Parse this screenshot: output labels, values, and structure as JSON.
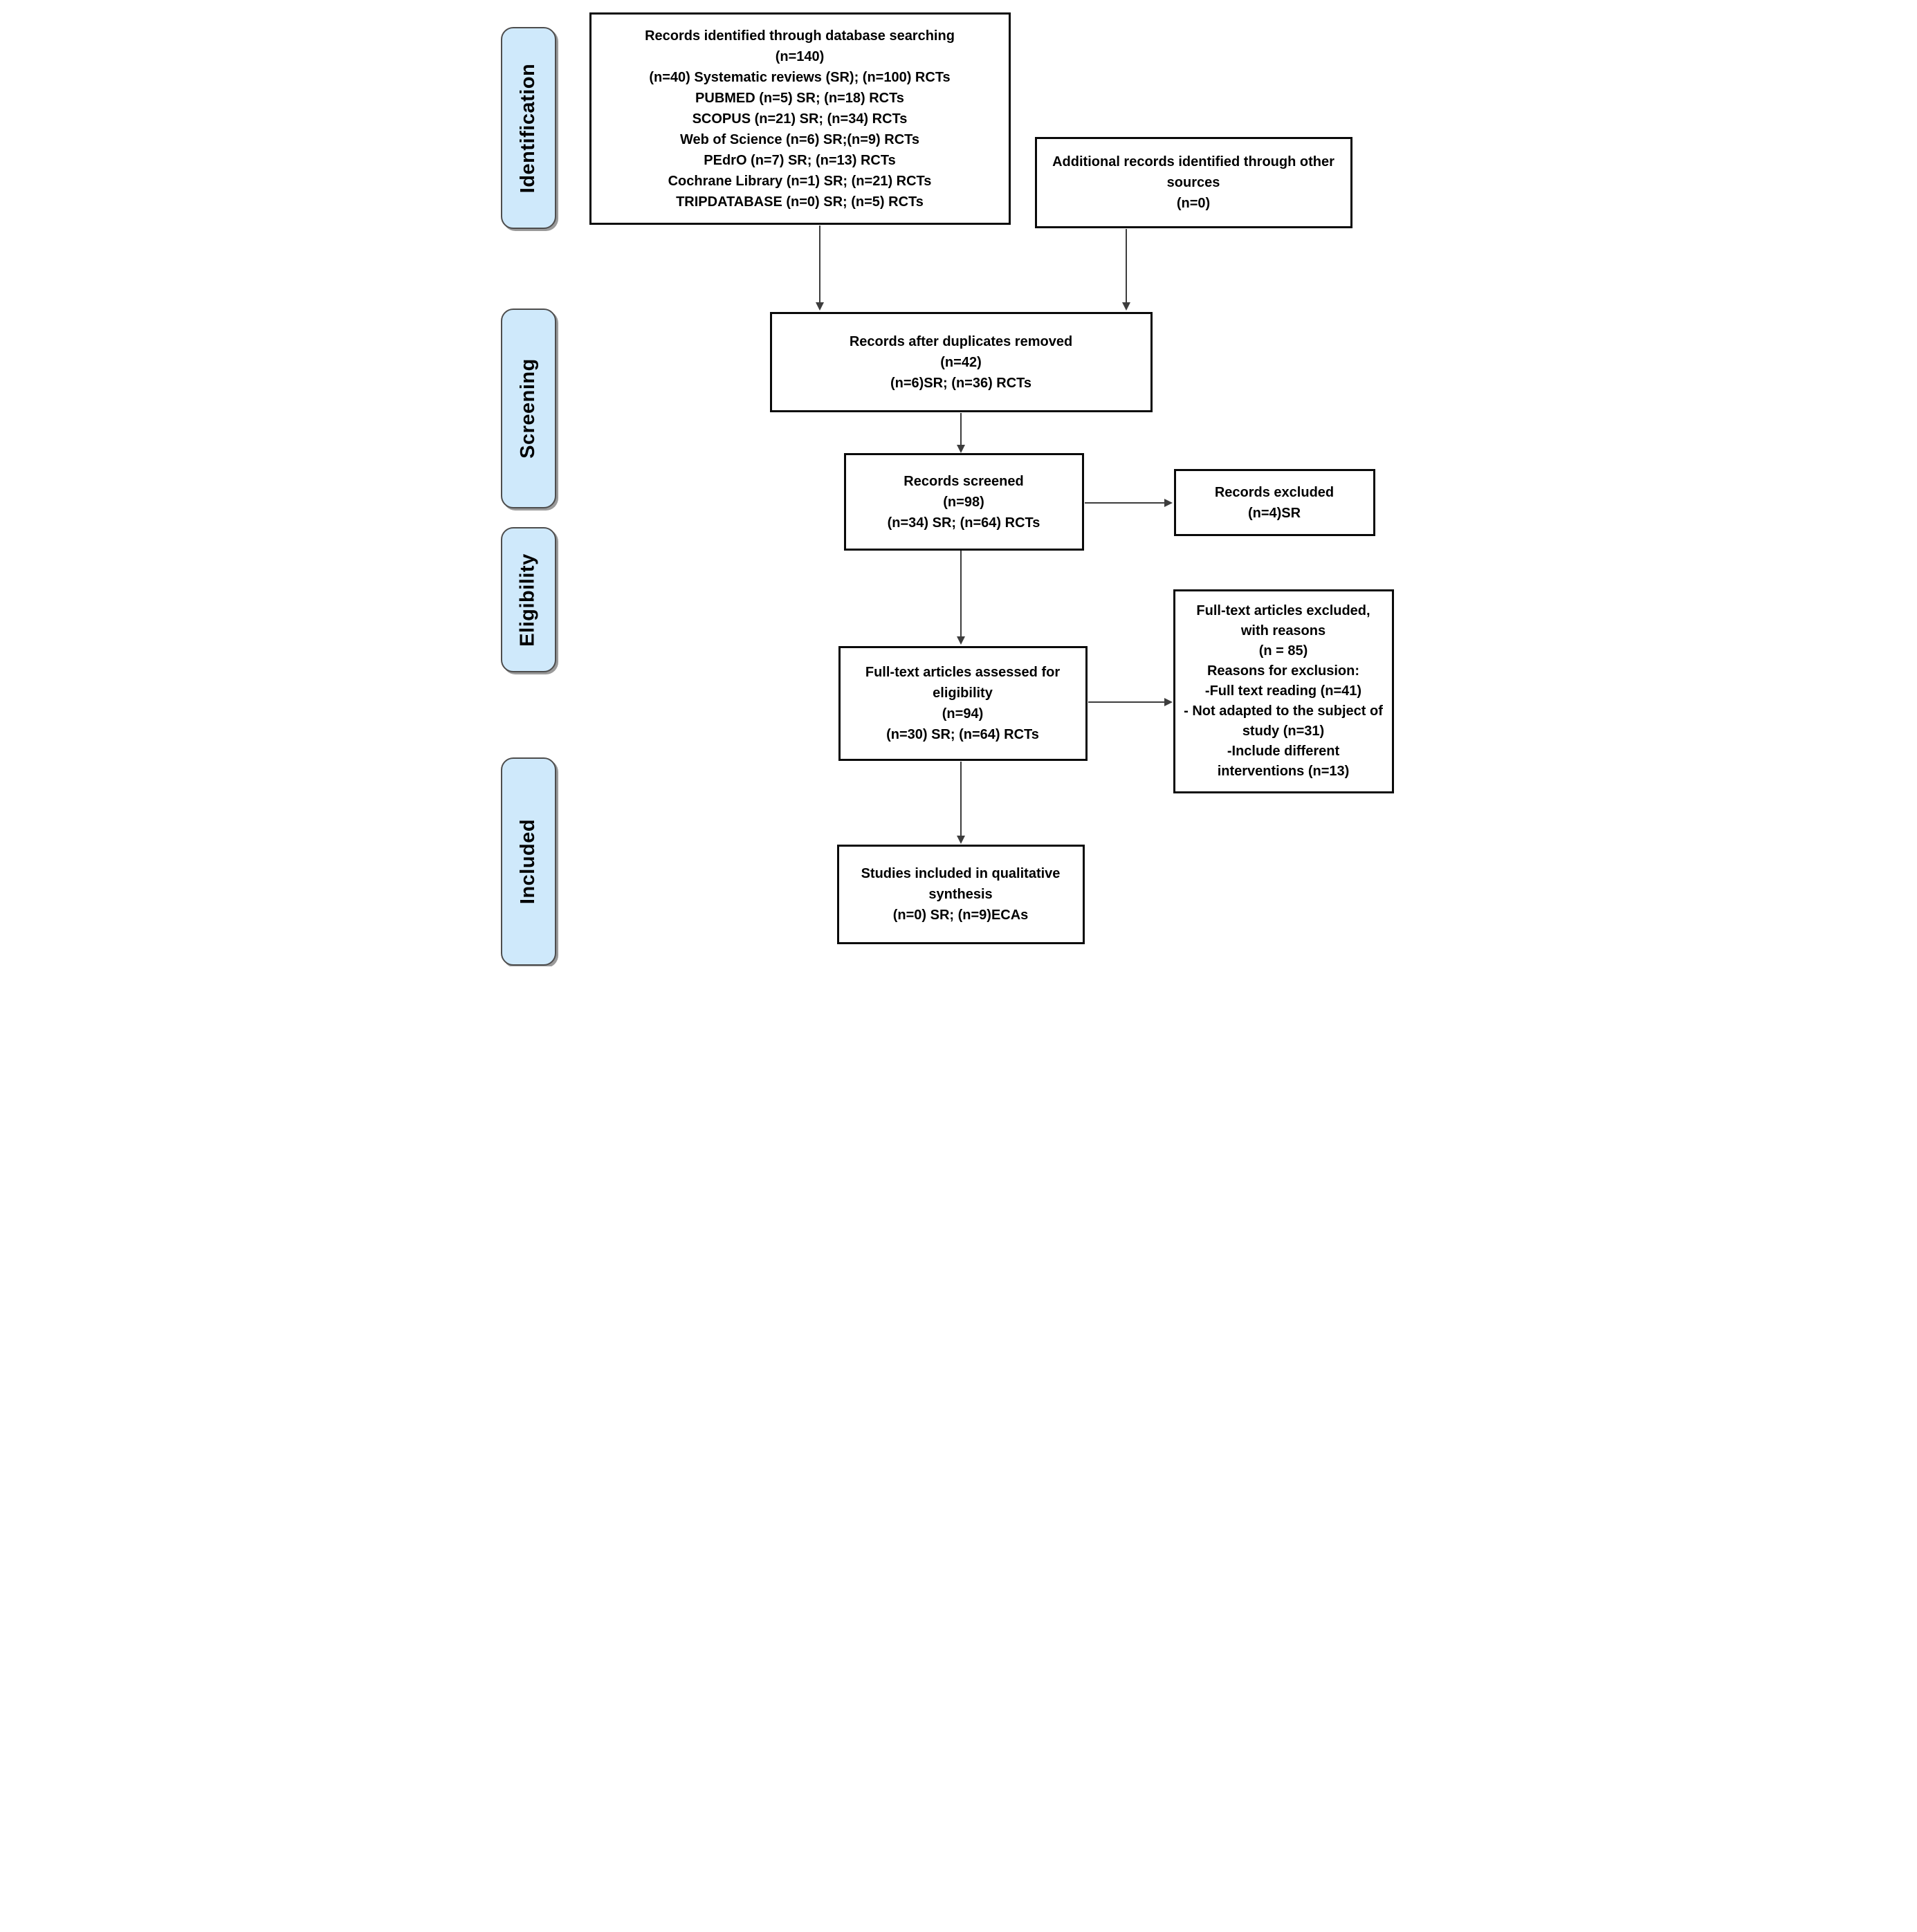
{
  "diagram": {
    "type": "prisma-flow",
    "colors": {
      "stage_fill": "#cfe9fb",
      "stage_border": "#4d4d4d",
      "box_border": "#0a0a0a",
      "arrow": "#3d3d3d",
      "background": "#ffffff",
      "text": "#000000"
    },
    "stages": [
      {
        "label": "Identification"
      },
      {
        "label": "Screening"
      },
      {
        "label": "Eligibility"
      },
      {
        "label": "Included"
      }
    ],
    "boxes": {
      "records_identified": {
        "lines": [
          "Records identified through database searching",
          "(n=140)",
          "(n=40) Systematic reviews (SR); (n=100) RCTs",
          "PUBMED (n=5) SR; (n=18) RCTs",
          "SCOPUS (n=21) SR; (n=34) RCTs",
          "Web of Science (n=6) SR;(n=9) RCTs",
          "PEdrO (n=7) SR; (n=13) RCTs",
          "Cochrane Library (n=1) SR; (n=21) RCTs",
          "TRIPDATABASE (n=0) SR; (n=5) RCTs"
        ]
      },
      "additional_records": {
        "lines": [
          "Additional records identified through other sources",
          "(n=0)"
        ]
      },
      "records_after_duplicates": {
        "lines": [
          "Records after duplicates removed",
          "(n=42)",
          "(n=6)SR; (n=36) RCTs"
        ]
      },
      "records_screened": {
        "lines": [
          "Records screened",
          "(n=98)",
          "(n=34) SR; (n=64) RCTs"
        ]
      },
      "records_excluded": {
        "lines": [
          "Records excluded",
          "(n=4)SR"
        ]
      },
      "fulltext_assessed": {
        "lines": [
          "Full-text articles assessed for eligibility",
          "(n=94)",
          "(n=30) SR; (n=64) RCTs"
        ]
      },
      "fulltext_excluded": {
        "lines": [
          "Full-text articles excluded, with reasons",
          "(n = 85)",
          "Reasons for exclusion:",
          "-Full text reading (n=41)",
          "- Not adapted to the subject of study (n=31)",
          "-Include different interventions (n=13)"
        ]
      },
      "studies_included": {
        "lines": [
          "Studies included in qualitative synthesis",
          "(n=0) SR; (n=9)ECAs"
        ]
      }
    },
    "connectors": [
      {
        "from": "records_identified",
        "to": "records_after_duplicates",
        "direction": "down"
      },
      {
        "from": "additional_records",
        "to": "records_after_duplicates",
        "direction": "down"
      },
      {
        "from": "records_after_duplicates",
        "to": "records_screened",
        "direction": "down"
      },
      {
        "from": "records_screened",
        "to": "records_excluded",
        "direction": "right"
      },
      {
        "from": "records_screened",
        "to": "fulltext_assessed",
        "direction": "down"
      },
      {
        "from": "fulltext_assessed",
        "to": "fulltext_excluded",
        "direction": "right"
      },
      {
        "from": "fulltext_assessed",
        "to": "studies_included",
        "direction": "down"
      }
    ]
  }
}
